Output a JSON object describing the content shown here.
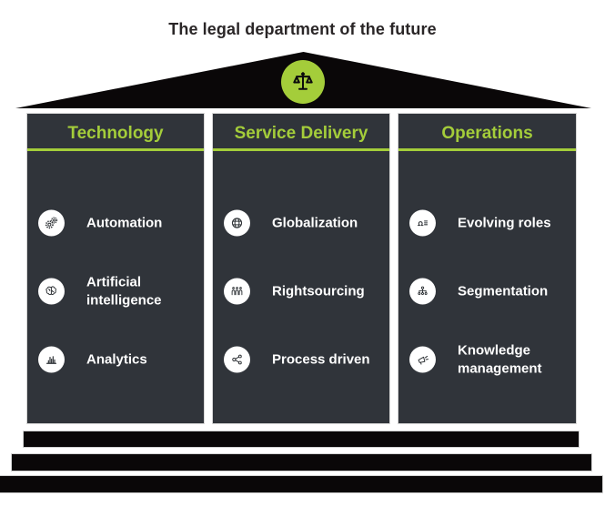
{
  "title": "The legal department of the future",
  "colors": {
    "accent_green": "#a4cd3a",
    "column_bg": "#30343a",
    "roof_black": "#0a0708",
    "text_white": "#ffffff",
    "title_color": "#2a2627"
  },
  "pediment": {
    "icon": "scales-of-justice-icon"
  },
  "columns": [
    {
      "header": "Technology",
      "items": [
        {
          "icon": "gears-icon",
          "label": "Automation"
        },
        {
          "icon": "brain-icon",
          "label": "Artificial intelligence"
        },
        {
          "icon": "bar-chart-icon",
          "label": "Analytics"
        }
      ]
    },
    {
      "header": "Service Delivery",
      "items": [
        {
          "icon": "globe-icon",
          "label": "Globalization"
        },
        {
          "icon": "people-icon",
          "label": "Rightsourcing"
        },
        {
          "icon": "share-network-icon",
          "label": "Process driven"
        }
      ]
    },
    {
      "header": "Operations",
      "items": [
        {
          "icon": "person-list-icon",
          "label": "Evolving roles"
        },
        {
          "icon": "hierarchy-icon",
          "label": "Segmentation"
        },
        {
          "icon": "megaphone-icon",
          "label": "Knowledge management"
        }
      ]
    }
  ]
}
